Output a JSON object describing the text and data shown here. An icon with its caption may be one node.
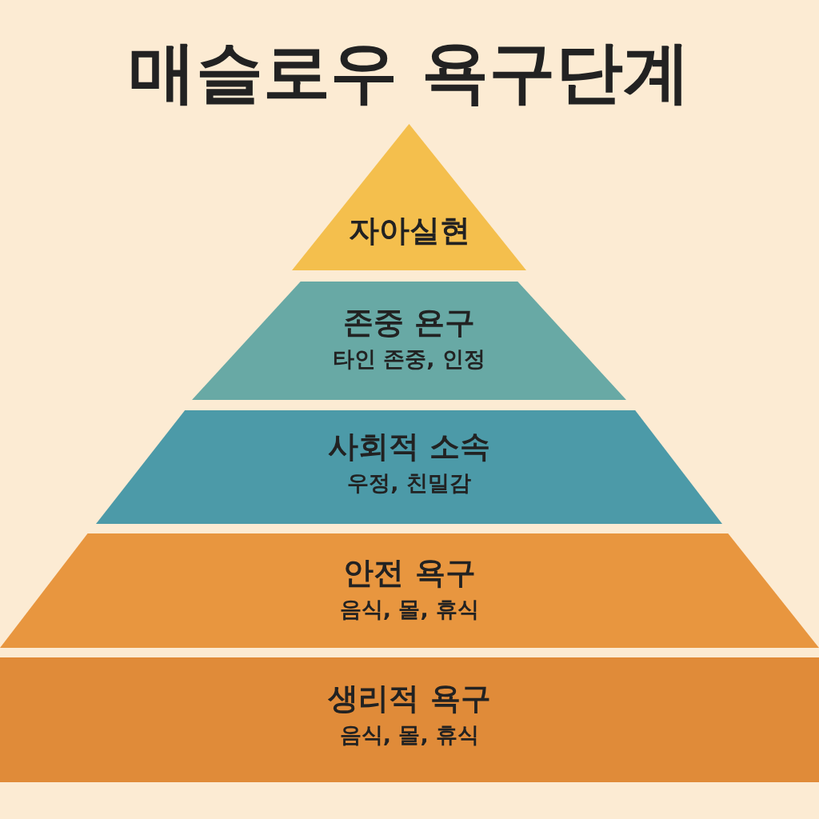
{
  "diagram": {
    "title": "매슬로우 욕구단계",
    "nodes": [
      {
        "text": [
          "자아실현"
        ]
      },
      {
        "text": [
          "존중 욘구",
          "타인 존중, 인정"
        ]
      },
      {
        "text": [
          "사회적 소속",
          "우정, 친밀감"
        ]
      },
      {
        "text": [
          "안전 욕구",
          "음식, 몰, 휴식"
        ]
      },
      {
        "text": [
          "생리적 욕구",
          "음식, 몰, 휴식"
        ]
      }
    ]
  }
}
